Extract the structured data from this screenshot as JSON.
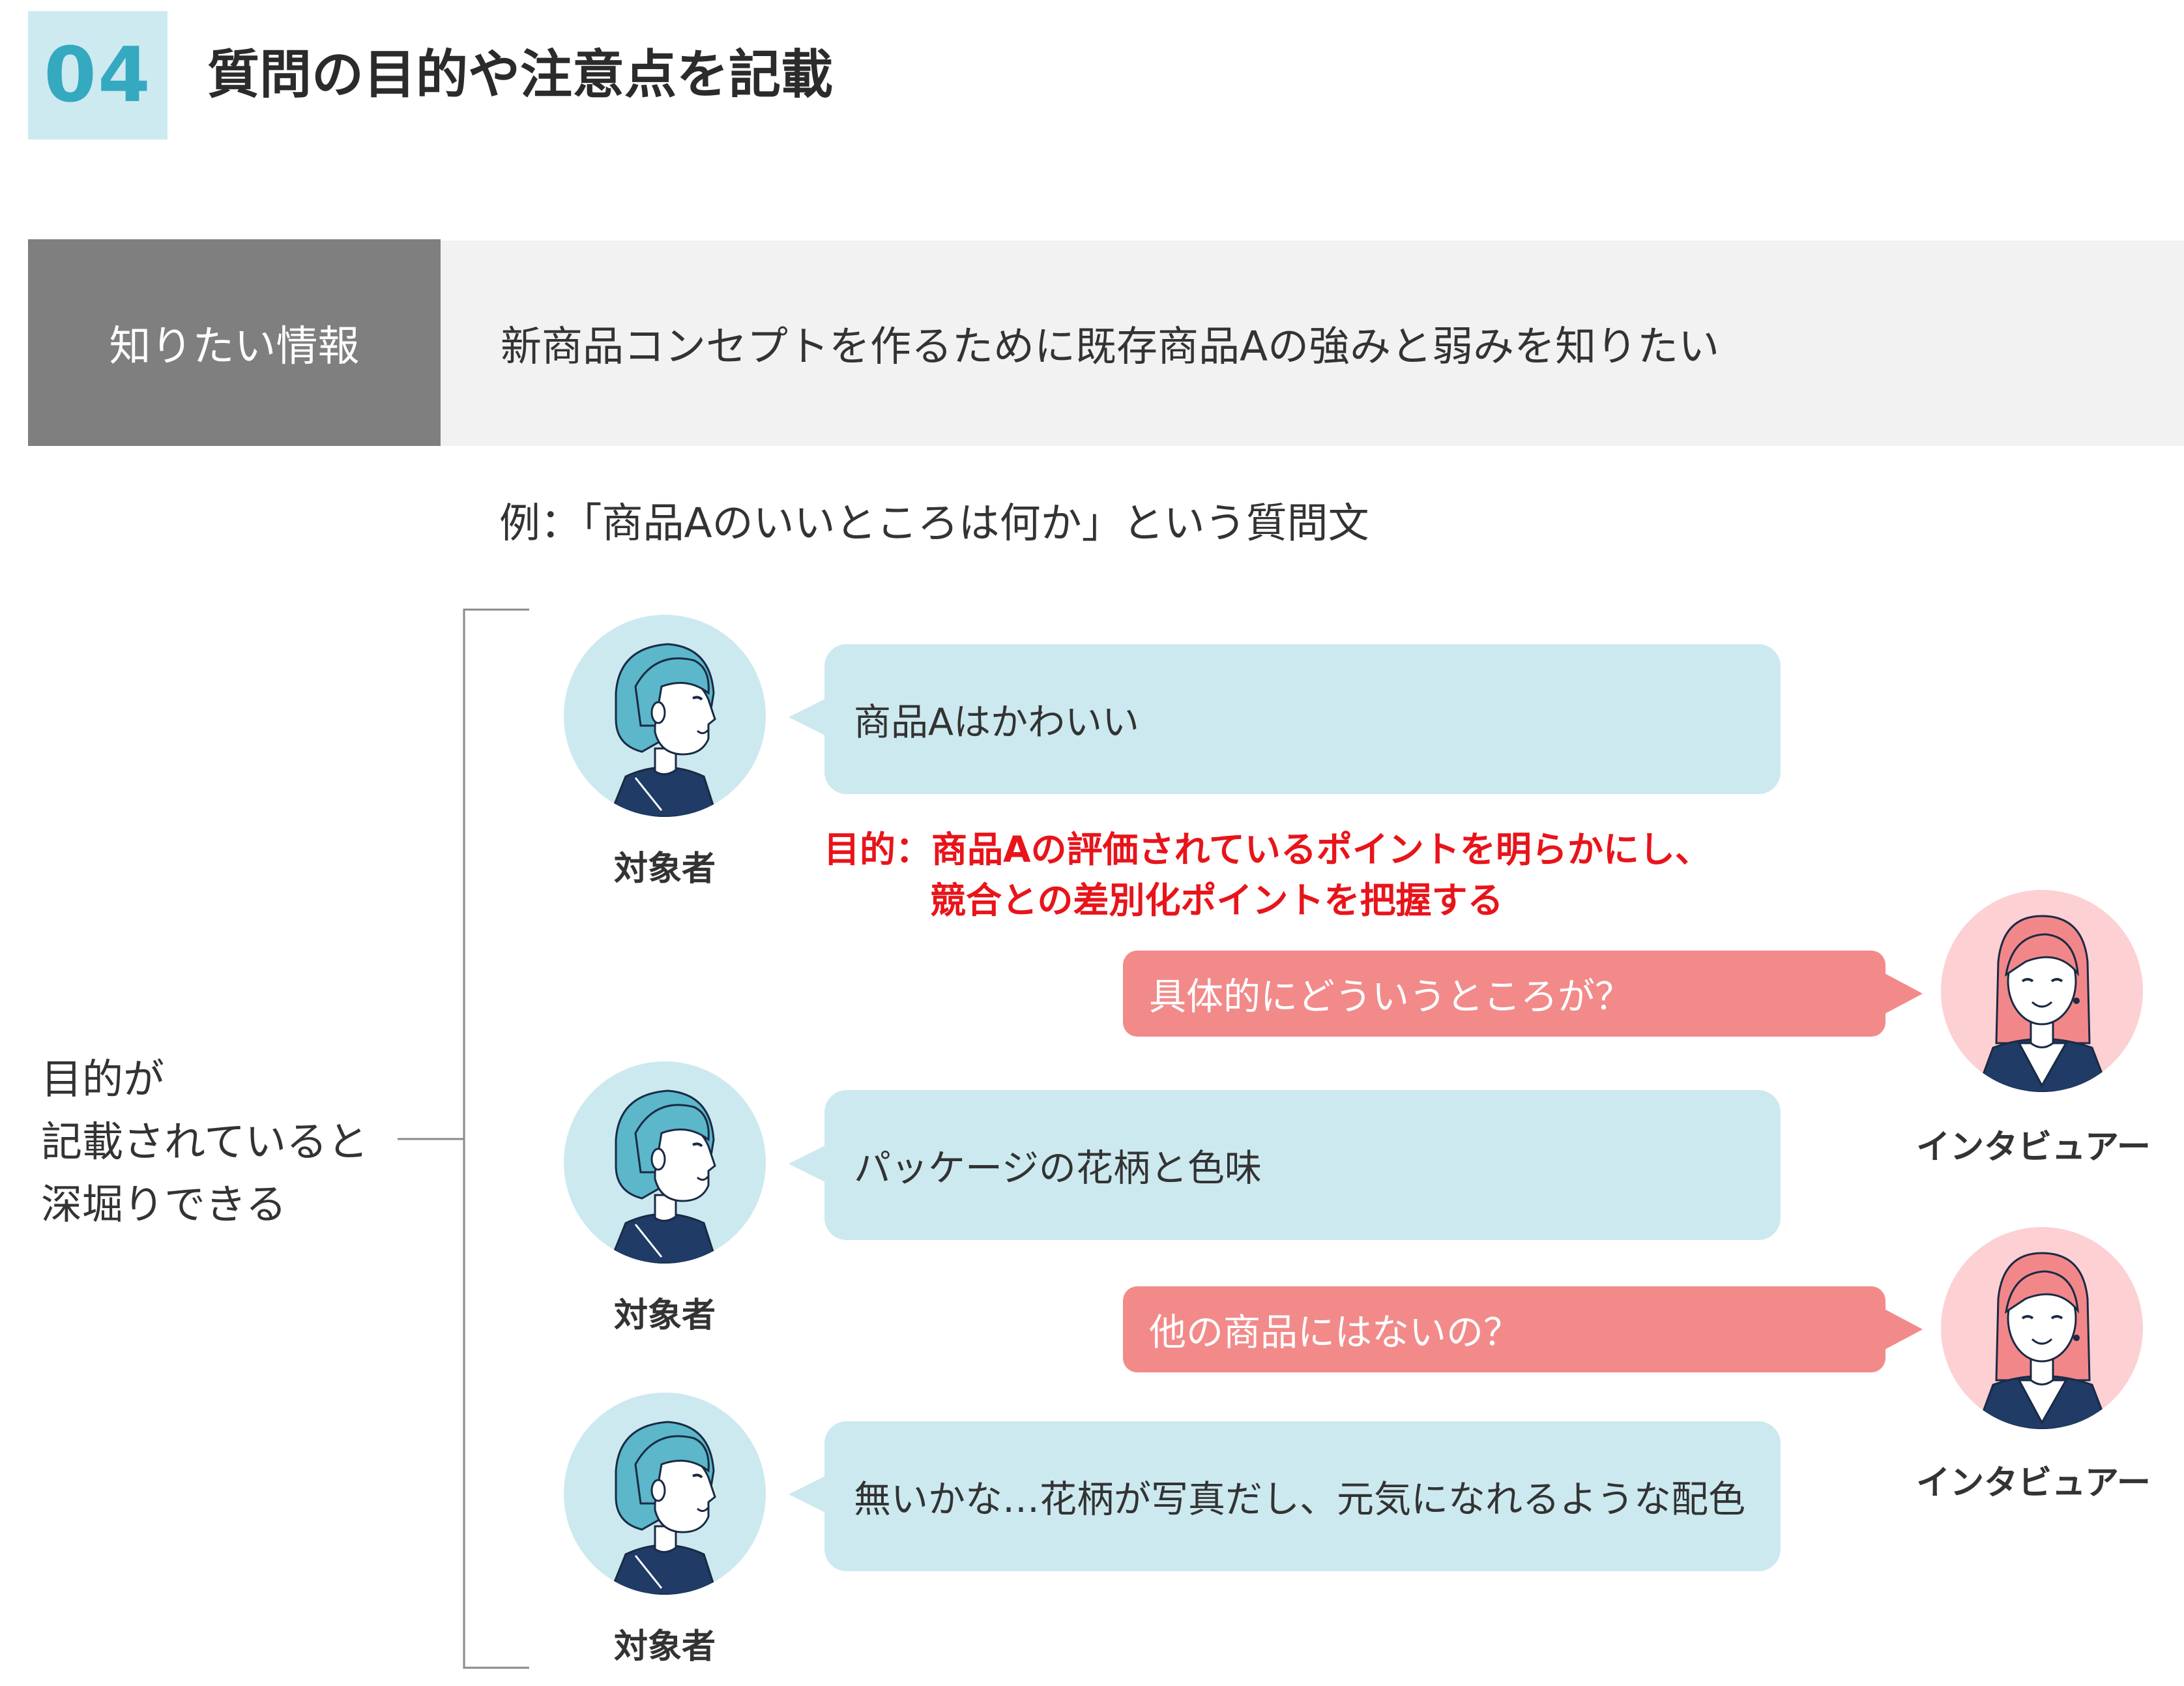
{
  "header": {
    "number": "04",
    "title": "質問の目的や注意点を記載"
  },
  "info": {
    "label": "知りたい情報",
    "value": "新商品コンセプトを作るために既存商品Aの強みと弱みを知りたい"
  },
  "example": "例：「商品Aのいいところは何か」という質問文",
  "side_note": {
    "line1": "目的が",
    "line2": "記載されていると",
    "line3": "深堀りできる"
  },
  "respondent_label": "対象者",
  "interviewer_label": "インタビュアー",
  "conversation": {
    "r1": "商品Aはかわいい",
    "purpose_line1": "目的：商品Aの評価されているポイントを明らかにし、",
    "purpose_line2": "競合との差別化ポイントを把握する",
    "i1": "具体的にどういうところが？",
    "r2": "パッケージの花柄と色味",
    "i2": "他の商品にはないの？",
    "r3": "無いかな…花柄が写真だし、元気になれるような配色"
  },
  "colors": {
    "accent_teal": "#34a9c0",
    "bubble_blue": "#cce9ef",
    "bubble_pink": "#f28a8a",
    "purpose_red": "#e8141a",
    "label_gray": "#7f7f7f"
  }
}
